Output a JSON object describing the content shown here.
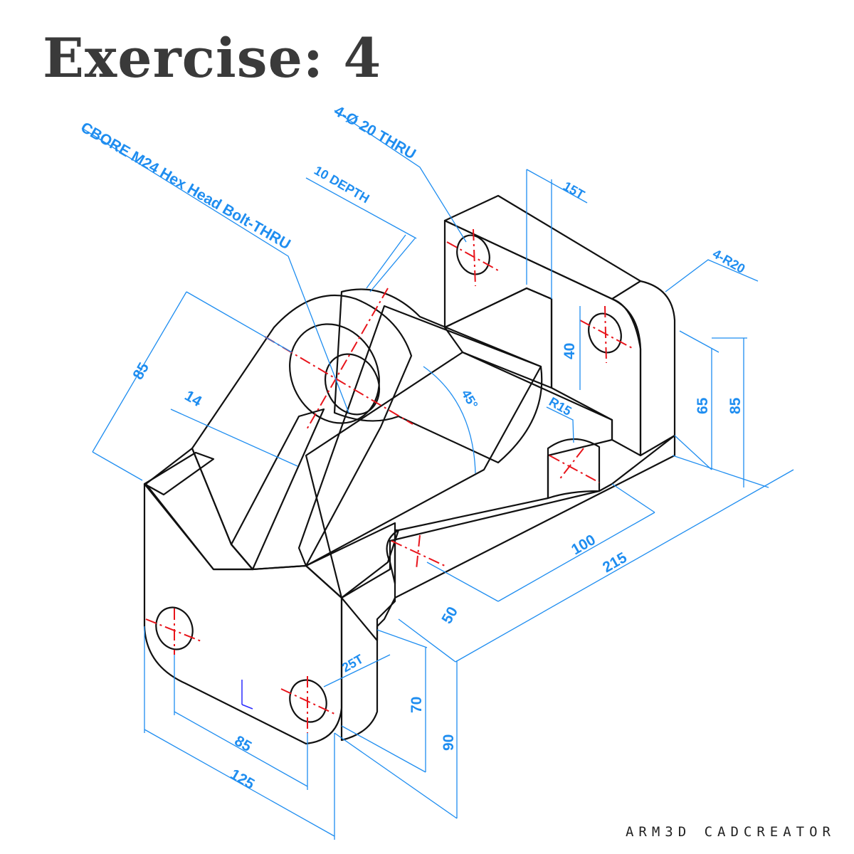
{
  "title": "Exercise: 4",
  "brand": "ARM3D CADCREATOR",
  "colors": {
    "dimension": "#1e8df0",
    "centerline": "#e8141b",
    "edge": "#111111",
    "face_dark": "#86868a",
    "face_mid": "#aaaab4",
    "face_light": "#c9c9d6"
  },
  "annotations": {
    "cbore": "CBORE M24 Hex Head Bolt-THRU",
    "depth": "10 DEPTH",
    "holes": "4-Ø 20 THRU",
    "thick_top": "15T",
    "radius_corner": "4-R20",
    "angle": "45°",
    "radius_slot": "R15",
    "thick_base": "25T"
  },
  "dimensions": {
    "d85_upright": "85",
    "d14": "14",
    "d40": "40",
    "d65": "65",
    "d85_right": "85",
    "d100": "100",
    "d215": "215",
    "d50": "50",
    "d70": "70",
    "d90": "90",
    "d85_bottom": "85",
    "d125": "125"
  }
}
